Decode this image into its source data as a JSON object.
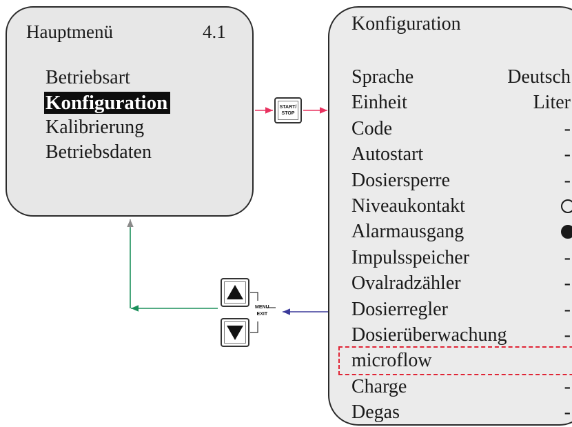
{
  "main_menu": {
    "title": "Hauptmenü",
    "number": "4.1",
    "items": [
      {
        "label": "Betriebsart",
        "selected": false
      },
      {
        "label": "Konfiguration",
        "selected": true
      },
      {
        "label": "Kalibrierung",
        "selected": false
      },
      {
        "label": "Betriebsdaten",
        "selected": false
      }
    ]
  },
  "config_menu": {
    "title": "Konfiguration",
    "items": [
      {
        "label": "Sprache",
        "value": "Deutsch"
      },
      {
        "label": "Einheit",
        "value": "Liter"
      },
      {
        "label": "Code",
        "value": "-"
      },
      {
        "label": "Autostart",
        "value": "-"
      },
      {
        "label": "Dosiersperre",
        "value": "-"
      },
      {
        "label": "Niveaukontakt",
        "value": "",
        "indicator": "circle-empty"
      },
      {
        "label": "Alarmausgang",
        "value": "",
        "indicator": "circle-filled"
      },
      {
        "label": "Impulsspeicher",
        "value": "-"
      },
      {
        "label": "Ovalradzähler",
        "value": "-"
      },
      {
        "label": "Dosierregler",
        "value": "-"
      },
      {
        "label": "Dosierüberwachung",
        "value": "-"
      },
      {
        "label": "microflow",
        "value": "-",
        "highlighted": true
      },
      {
        "label": "Charge",
        "value": "-"
      },
      {
        "label": "Degas",
        "value": "-"
      }
    ]
  },
  "keys": {
    "start_stop_line1": "START/",
    "start_stop_line2": "STOP",
    "up_icon": "triangle-up-icon",
    "down_icon": "triangle-down-icon",
    "menu_label": "MENU",
    "exit_label": "EXIT"
  },
  "colors": {
    "forward_arrow": "#e8315f",
    "back_arrow_blue": "#3b3a9a",
    "back_arrow_green": "#1a8f5a",
    "return_arrow": "#8a8a8a",
    "highlight": "#e02435",
    "screen_bg": "#e7e7e7"
  }
}
